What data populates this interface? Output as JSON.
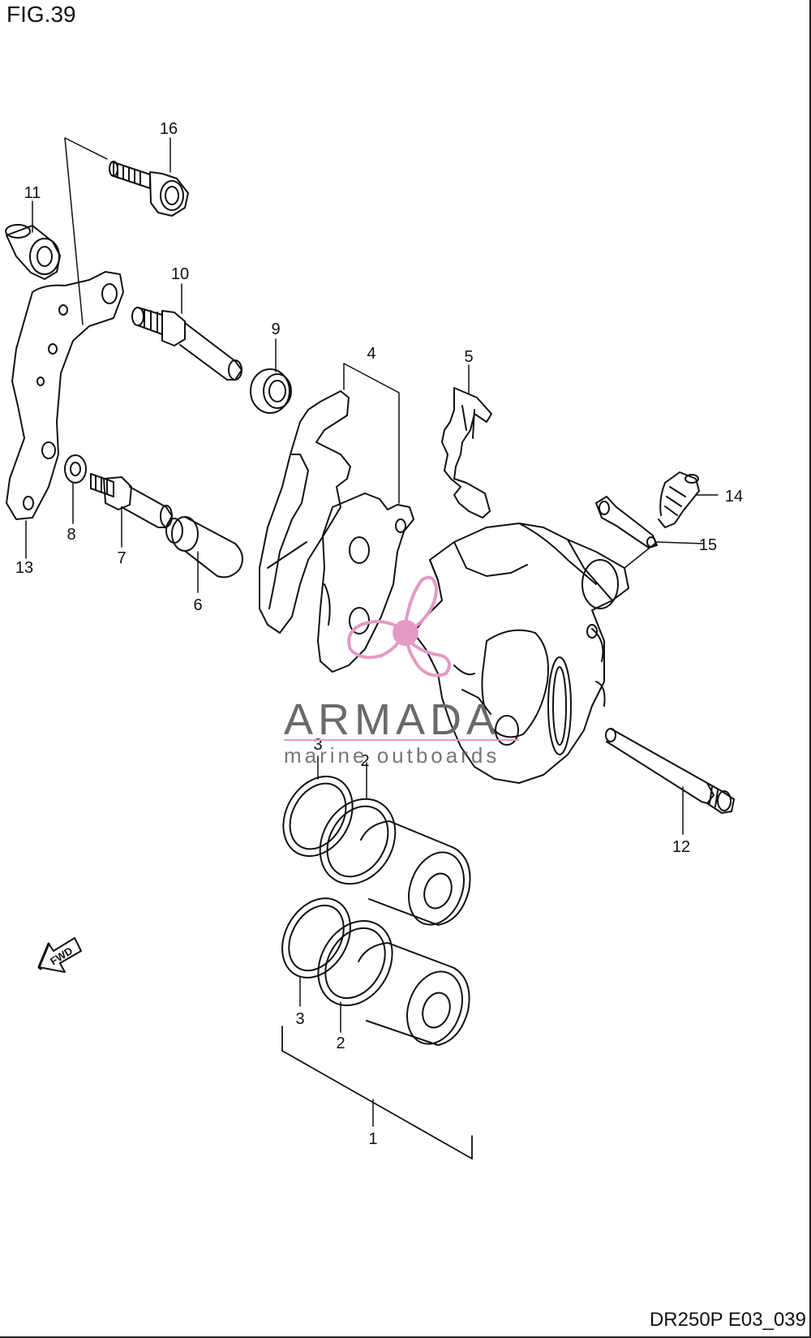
{
  "figure": {
    "title": "FIG.39",
    "code": "DR250P E03_039"
  },
  "callouts": [
    "16",
    "11",
    "10",
    "9",
    "4",
    "5",
    "14",
    "15",
    "13",
    "8",
    "7",
    "6",
    "3",
    "2",
    "12",
    "3",
    "2",
    "1"
  ],
  "watermark": {
    "brand": "ARMADA",
    "tagline": "marine outboards",
    "logo_color": "#e39ac4"
  },
  "fwd_arrow": {
    "label": "FWD"
  }
}
